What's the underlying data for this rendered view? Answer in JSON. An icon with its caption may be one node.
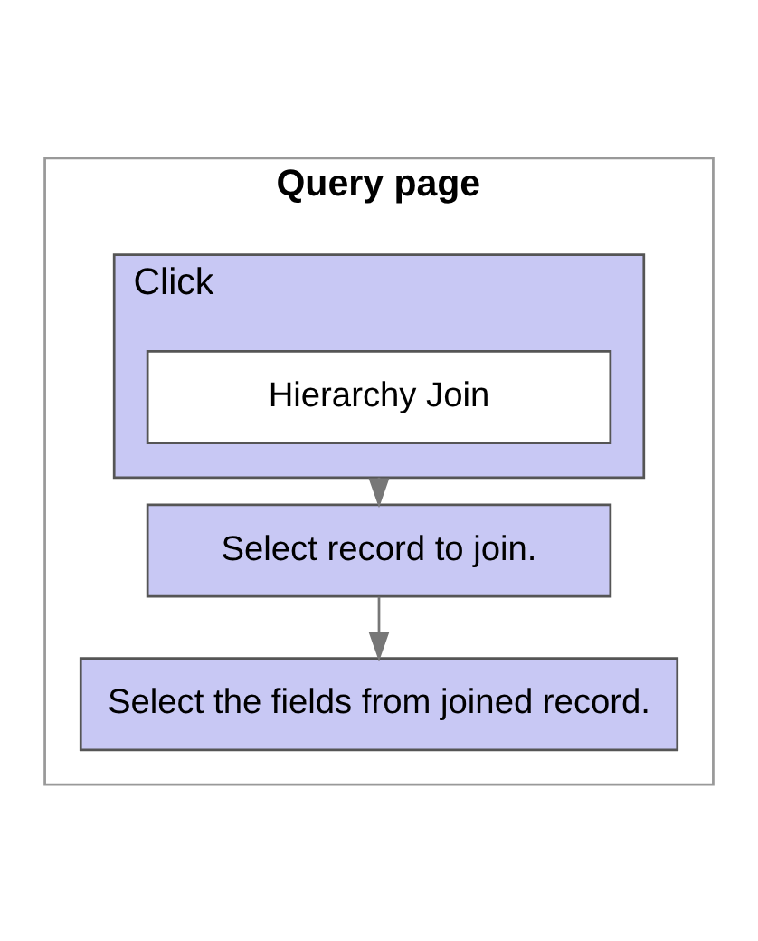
{
  "diagram": {
    "nodes": [
      {
        "text": [
          "Query page"
        ]
      },
      {
        "text": [
          "Click"
        ],
        "in": 0
      },
      {
        "text": [
          "Hierarchy Join"
        ],
        "in": 1
      },
      {
        "text": [
          "Select record to join."
        ],
        "in": 0
      },
      {
        "text": [
          "Select the fields from joined record."
        ],
        "in": 0
      }
    ],
    "edges": [
      {
        "from": 1,
        "to": 3,
        "arrow": "to"
      },
      {
        "from": 3,
        "to": 4,
        "arrow": "to"
      }
    ]
  }
}
